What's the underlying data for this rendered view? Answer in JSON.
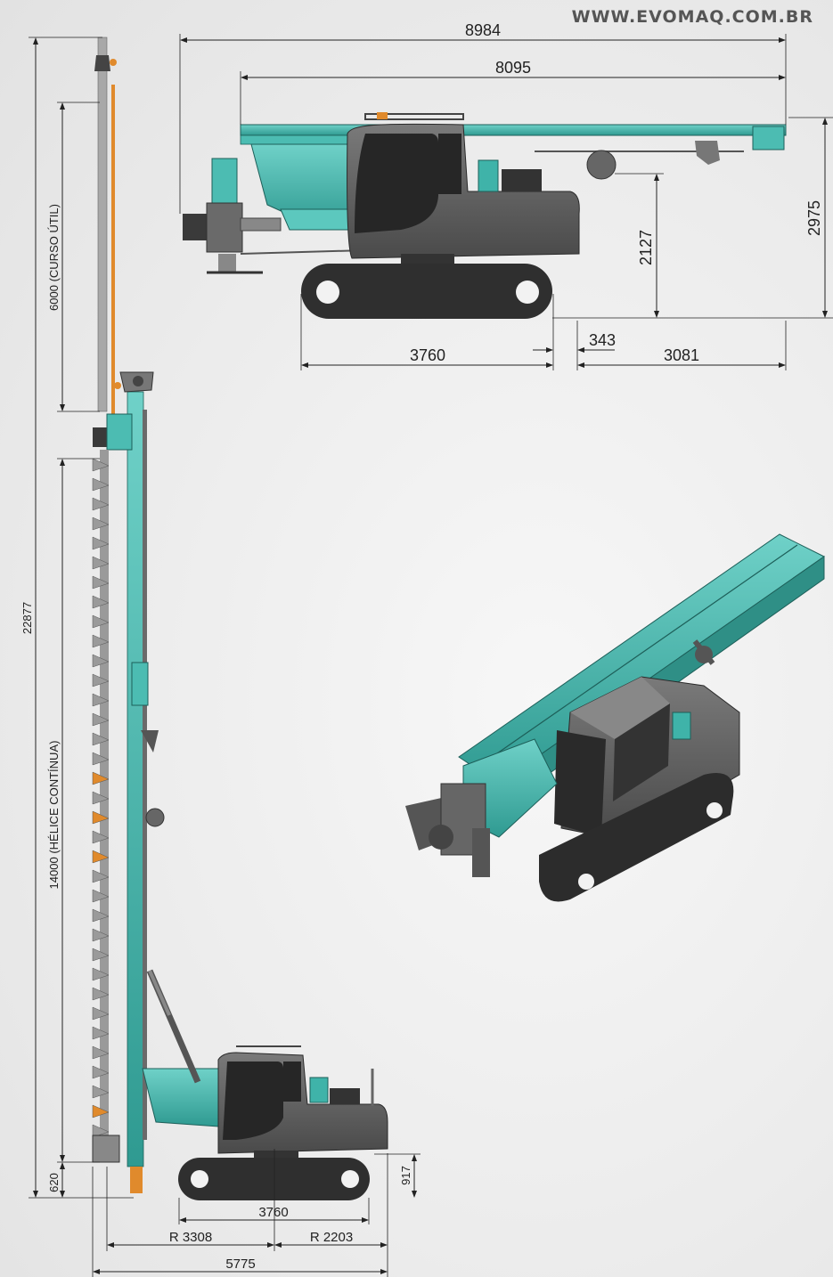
{
  "brand": {
    "website": "WWW.EVOMAQ.COM.BR"
  },
  "colors": {
    "machine_teal": "#3fb3a9",
    "body_gray": "#5e5e5e",
    "track_dark": "#2f2f2f",
    "auger_gray": "#9a9a9a",
    "accent_orange": "#e08a2c"
  },
  "top_view": {
    "dim_overall_length": "8984",
    "dim_mast_length": "8095",
    "dim_overall_height": "2975",
    "dim_rear_height": "2127",
    "dim_track_length": "3760",
    "dim_gap": "343",
    "dim_rear_overhang": "3081"
  },
  "side_view": {
    "dim_total_height": "22877",
    "dim_useful_stroke": "6000 (CURSO ÚTIL)",
    "dim_continuous_auger": "14000 (HÉLICE CONTÍNUA)",
    "dim_bottom_clearance": "620",
    "dim_track_height": "917",
    "dim_track_length": "3760",
    "dim_front_radius": "R 3308",
    "dim_rear_radius": "R 2203",
    "dim_overall_width": "5775"
  }
}
